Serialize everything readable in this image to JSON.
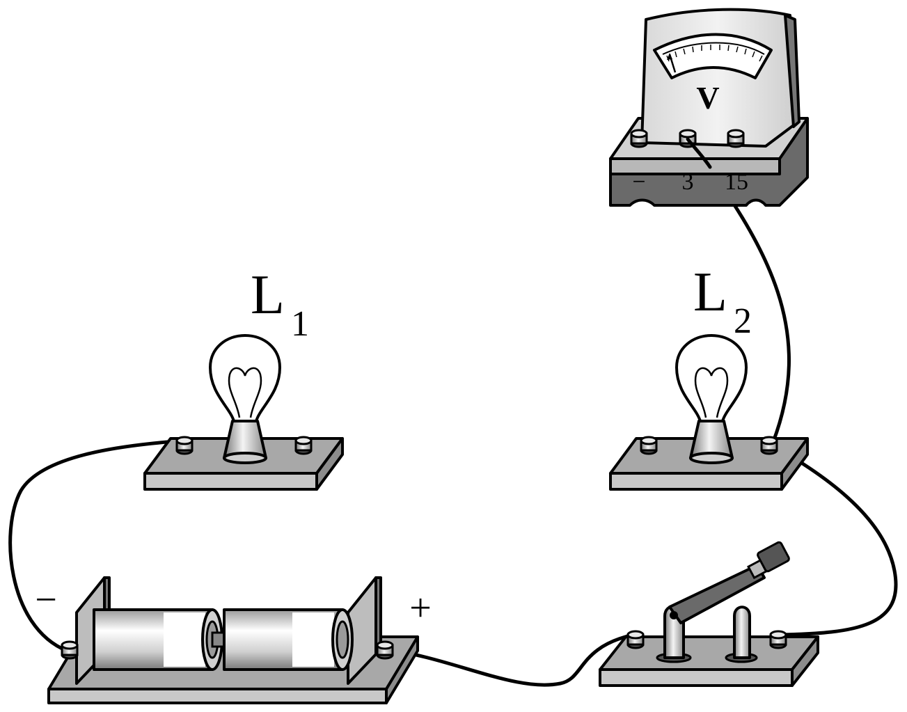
{
  "labels": {
    "lamp1": {
      "letter": "L",
      "sub": "1"
    },
    "lamp2": {
      "letter": "L",
      "sub": "2"
    },
    "battery_negative": "−",
    "battery_positive": "+"
  },
  "voltmeter": {
    "symbol": "V",
    "terminals": [
      "−",
      "3",
      "15"
    ]
  },
  "colors": {
    "outline": "#000000",
    "base_top": "#a8a8a8",
    "base_front": "#c8c8c8",
    "meter_face": "#e6e6e6",
    "meter_dark": "#6a6a6a"
  }
}
